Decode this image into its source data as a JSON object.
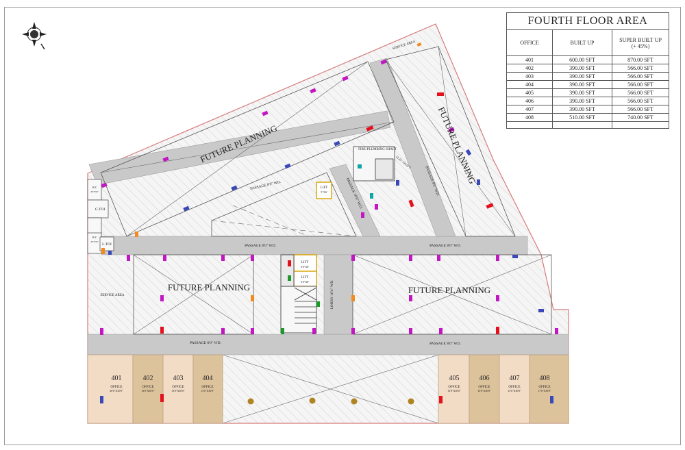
{
  "table": {
    "title": "FOURTH FLOOR AREA",
    "headers": {
      "office": "OFFICE",
      "built_up": "BUILT UP",
      "super_built_up": "SUPER BUILT UP",
      "super_note": "(+ 45%)"
    },
    "rows": [
      {
        "office": "401",
        "built_up": "600.00 SFT",
        "super_built_up": "870.00 SFT"
      },
      {
        "office": "402",
        "built_up": "390.00 SFT",
        "super_built_up": "566.00 SFT"
      },
      {
        "office": "403",
        "built_up": "390.00 SFT",
        "super_built_up": "566.00 SFT"
      },
      {
        "office": "404",
        "built_up": "390.00 SFT",
        "super_built_up": "566.00 SFT"
      },
      {
        "office": "405",
        "built_up": "390.00 SFT",
        "super_built_up": "566.00 SFT"
      },
      {
        "office": "406",
        "built_up": "390.00 SFT",
        "super_built_up": "566.00 SFT"
      },
      {
        "office": "407",
        "built_up": "390.00 SFT",
        "super_built_up": "566.00 SFT"
      },
      {
        "office": "408",
        "built_up": "510.00 SFT",
        "super_built_up": "740.00  SFT"
      }
    ]
  },
  "plan": {
    "zones": {
      "future_planning": "FUTURE PLANNING",
      "service_area": "SERVICE AREA",
      "service_area_left": "SERVICE AREA"
    },
    "passages": {
      "main_8": "PASSAGE 8'0\" WD.",
      "diag_10": "PASSAGE 10'0\" W.D.",
      "diag_8": "PASSAGE 8'0\" W.D.",
      "lobby": "LOBBY 16'4\" WD."
    },
    "core": {
      "lift": "LIFT",
      "lift_size_small": "5' X6'",
      "lift_size": "6'6\"X8'",
      "fire_shaft": "FIRE-PLUMBING SHAFT",
      "elec_shaft": "ELEC SHAFT",
      "g_toi": "G.TOI",
      "l_toi": "L.TOI",
      "wc": "W.C",
      "wc_size": "4'6\"X5'6\""
    },
    "offices": [
      {
        "no": "401",
        "label": "OFFICE",
        "size": "20'0\"X30'0\""
      },
      {
        "no": "402",
        "label": "OFFICE",
        "size": "13'0\"X30'0\""
      },
      {
        "no": "403",
        "label": "OFFICE",
        "size": "13'0\"X30'0\""
      },
      {
        "no": "404",
        "label": "OFFICE",
        "size": "13'0\"X30'0\""
      },
      {
        "no": "405",
        "label": "OFFICE",
        "size": "13'0\"X30'0\""
      },
      {
        "no": "406",
        "label": "OFFICE",
        "size": "13'0\"X30'0\""
      },
      {
        "no": "407",
        "label": "OFFICE",
        "size": "13'0\"X30'0\""
      },
      {
        "no": "408",
        "label": "OFFICE",
        "size": "17'0\"X30'0\""
      }
    ]
  },
  "colors": {
    "passage": "#c9c9c9",
    "hatch_bg": "#f4f4f4",
    "office_light": "#f3dcc6",
    "office_dark": "#ddc39c",
    "boundary": "#d87a7a",
    "column_magenta": "#c316c3",
    "column_blue": "#3a48b8",
    "column_red": "#e5101e",
    "column_orange": "#f28a1e",
    "column_green": "#1a9a2a",
    "column_teal": "#0fa5a5",
    "circle_brown": "#b08420"
  }
}
